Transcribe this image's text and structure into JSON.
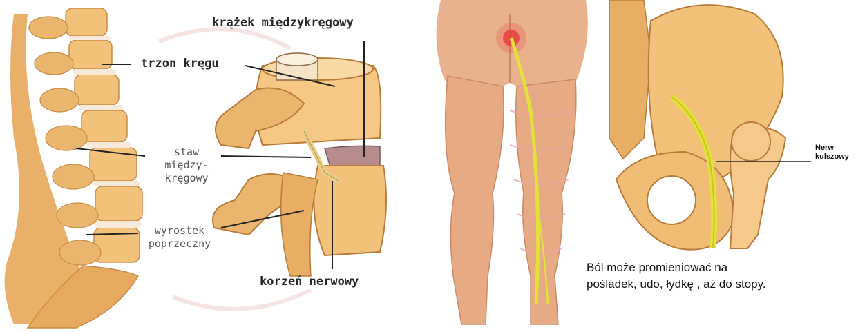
{
  "spine_panel": {
    "labels": {
      "disc": "krążek międzykręgowy",
      "vertebral_body": "trzon kręgu",
      "facet_joint_line1": "staw",
      "facet_joint_line2": "między-",
      "facet_joint_line3": "kręgowy",
      "transverse_process_line1": "wyrostek",
      "transverse_process_line2": "poprzeczny",
      "nerve_root": "korzeń nerwowy"
    }
  },
  "pelvis_panel": {
    "labels": {
      "sciatic_nerve_line1": "Nerw",
      "sciatic_nerve_line2": "kulszowy"
    }
  },
  "caption": {
    "line1": "Ból może promieniować na",
    "line2": "pośladek, udo, łydkę , aż do stopy."
  },
  "colors": {
    "bone": "#f2c27a",
    "bone_dark": "#d99a4e",
    "bone_shadow": "#b87a3a",
    "disc": "#b78c8c",
    "skin": "#e9b28e",
    "skin_dark": "#d3906a",
    "nerve": "#e4e23a",
    "pain": "#e84040"
  }
}
